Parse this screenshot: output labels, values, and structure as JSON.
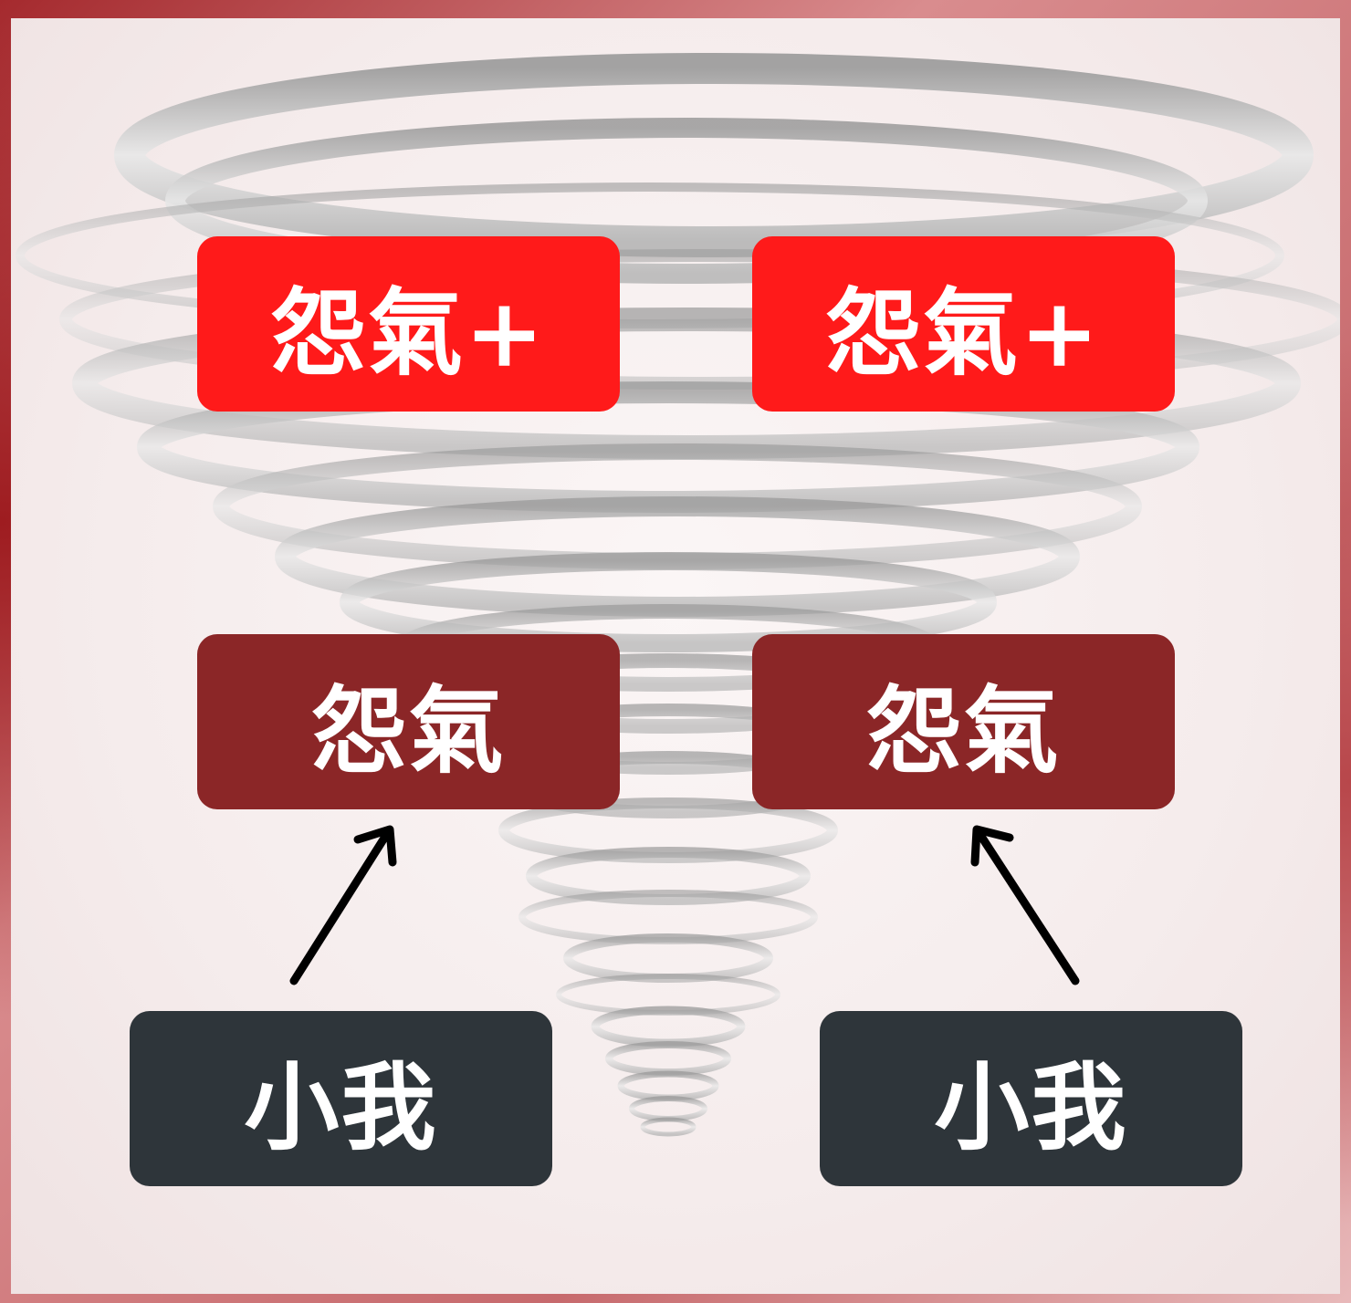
{
  "boxes": {
    "top_left": "怨氣+",
    "top_right": "怨氣+",
    "mid_left": "怨氣",
    "mid_right": "怨氣",
    "bottom_left": "小我",
    "bottom_right": "小我"
  },
  "colors": {
    "bright_red": "#ff1a1a",
    "dark_red": "#8b2627",
    "slate": "#2e353a",
    "arrow": "#000000"
  }
}
